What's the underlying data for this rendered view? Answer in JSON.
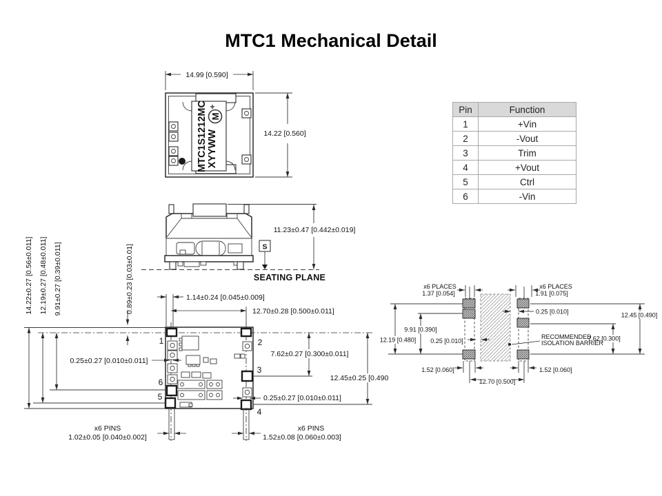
{
  "title": "MTC1 Mechanical Detail",
  "pin_table": {
    "headers": [
      "Pin",
      "Function"
    ],
    "rows": [
      [
        "1",
        "+Vin"
      ],
      [
        "2",
        "-Vout"
      ],
      [
        "3",
        "Trim"
      ],
      [
        "4",
        "+Vout"
      ],
      [
        "5",
        "Ctrl"
      ],
      [
        "6",
        "-Vin"
      ]
    ]
  },
  "top_view": {
    "part_number": "MTC1S1212MC",
    "date_code": "XYYWW",
    "logo_letter": "M",
    "width_dim": "14.99 [0.590]",
    "height_dim": "14.22 [0.560]"
  },
  "side_view": {
    "height_dim": "11.23±0.47 [0.442±0.019]",
    "datum": "S",
    "seating_plane": "SEATING PLANE"
  },
  "bottom_view": {
    "pins": [
      "1",
      "2",
      "3",
      "4",
      "5",
      "6"
    ],
    "dim_overall_h": "14.22±0.27 [0.56±0.011]",
    "dim_pin5_h": "12.19±0.27 [0.48±0.011]",
    "dim_pin6_h": "9.91±0.27 [0.39±0.011]",
    "dim_pin_offset": "0.89±0.23 [0.03±0.01]",
    "dim_edge_to_pin": "1.14±0.24 [0.045±0.009]",
    "dim_pitch_x": "12.70±0.28 [0.500±0.011]",
    "dim_left_offset": "0.25±0.27 [0.010±0.011]",
    "dim_right_offset": "0.25±0.27 [0.010±0.011]",
    "dim_pin23": "7.62±0.27 [0.300±0.011]",
    "dim_pin24": "12.45±0.25 [0.490",
    "pins_note_left": "x6 PINS",
    "dim_pin_w": "1.02±0.05 [0.040±0.002]",
    "pins_note_right": "x6 PINS",
    "dim_pin_d": "1.52±0.08 [0.060±0.003]"
  },
  "pad_layout": {
    "places_note_left": "x6 PLACES",
    "dim_pad_w_left": "1.37 [0.054]",
    "places_note_right": "x6 PLACES",
    "dim_pad_w_right": "1.91 [0.075]",
    "dim_gap_right": "0.25 [0.010]",
    "dim_h_outer_right": "12.45 [0.490]",
    "dim_h_inner_left": "9.91 [0.390]",
    "dim_h_outer_left": "12.19 [0.480]",
    "dim_gap_left": "0.25 [0.010]",
    "barrier_line1": "RECOMMENDED",
    "barrier_line2": "ISOLATION BARRIER",
    "dim_pitch_right": "7.62 [0.300]",
    "dim_pad_h_left": "1.52 [0.060]",
    "dim_pad_h_right": "1.52 [0.060]",
    "dim_pitch_x": "12.70 [0.500]"
  }
}
